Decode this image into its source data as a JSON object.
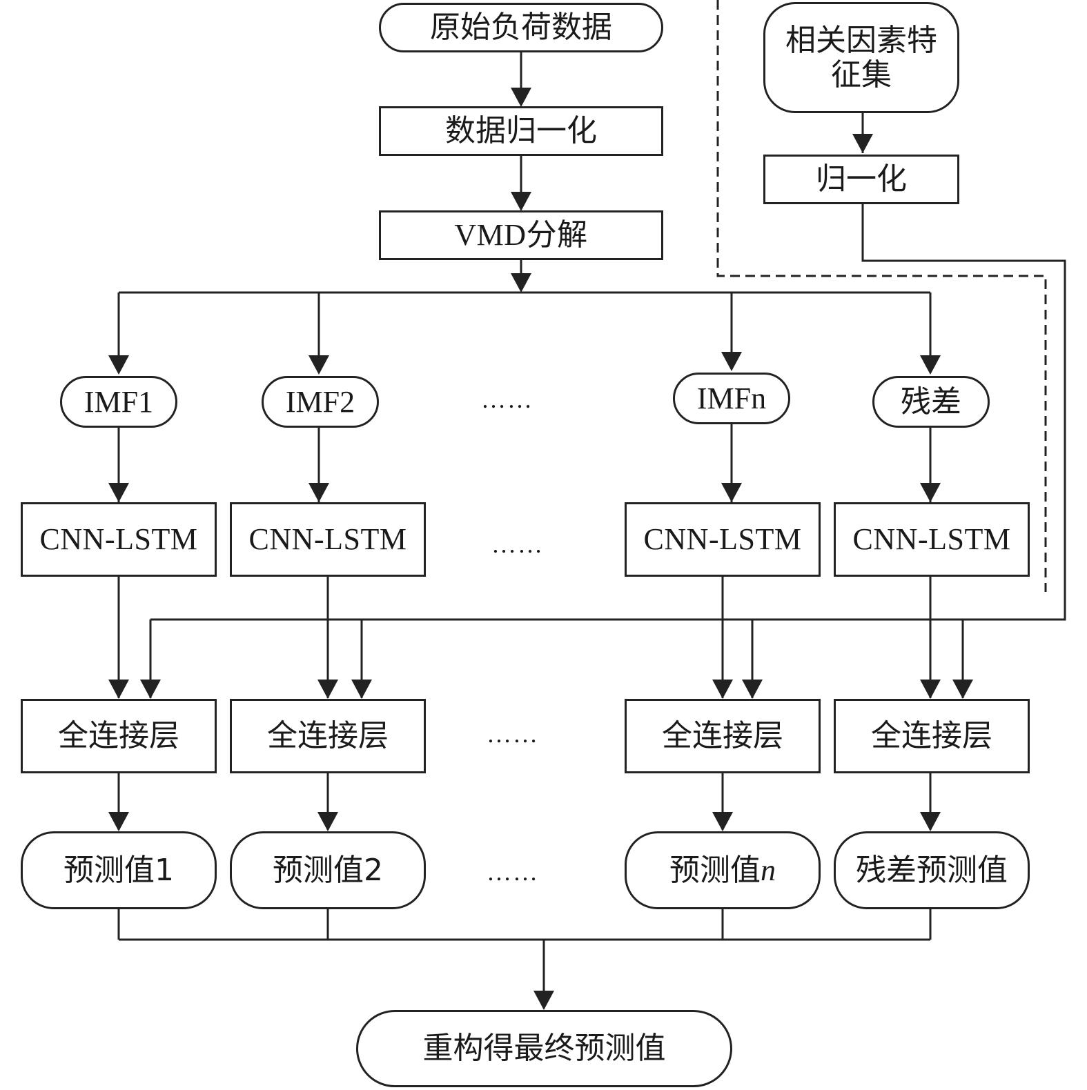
{
  "nodes": {
    "raw": "原始负荷数据",
    "normalize": "数据归一化",
    "vmd": "VMD分解",
    "factors_line1": "相关因素特",
    "factors_line2": "征集",
    "factor_norm": "归一化",
    "imf1": "IMF1",
    "imf2": "IMF2",
    "imfn": "IMFn",
    "residual": "残差",
    "cnn1": "CNN-LSTM",
    "cnn2": "CNN-LSTM",
    "cnnn": "CNN-LSTM",
    "cnnr": "CNN-LSTM",
    "fc1": "全连接层",
    "fc2": "全连接层",
    "fcn": "全连接层",
    "fcr": "全连接层",
    "pred1": "预测值1",
    "pred2": "预测值2",
    "predn_prefix": "预测值",
    "predn_var": "n",
    "predr": "残差预测值",
    "final": "重构得最终预测值"
  },
  "ellipsis": "……"
}
